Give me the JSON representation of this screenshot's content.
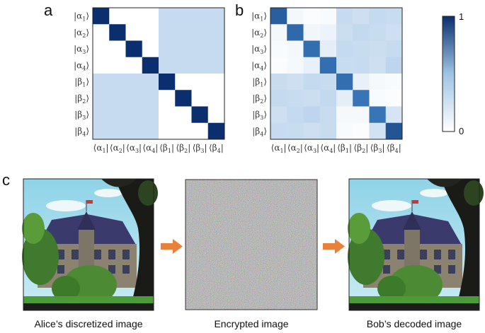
{
  "panels": {
    "a": "a",
    "b": "b",
    "c": "c"
  },
  "matrix_labels": {
    "rows": [
      "α1",
      "α2",
      "α3",
      "α4",
      "β1",
      "β2",
      "β3",
      "β4"
    ],
    "greek": [
      "α",
      "α",
      "α",
      "α",
      "β",
      "β",
      "β",
      "β"
    ],
    "subs": [
      "1",
      "2",
      "3",
      "4",
      "1",
      "2",
      "3",
      "4"
    ]
  },
  "colorbar": {
    "max_label": "1",
    "min_label": "0",
    "low_color": "#ffffff",
    "high_color": "#0b2f6e"
  },
  "chart_data": [
    {
      "type": "heatmap",
      "panel": "a",
      "rows": [
        "|α1⟩",
        "|α2⟩",
        "|α3⟩",
        "|α4⟩",
        "|β1⟩",
        "|β2⟩",
        "|β3⟩",
        "|β4⟩"
      ],
      "cols": [
        "⟨α1|",
        "⟨α2|",
        "⟨α3|",
        "⟨α4|",
        "⟨β1|",
        "⟨β2|",
        "⟨β3|",
        "⟨β4|"
      ],
      "values": [
        [
          1,
          0,
          0,
          0,
          0.25,
          0.25,
          0.25,
          0.25
        ],
        [
          0,
          1,
          0,
          0,
          0.25,
          0.25,
          0.25,
          0.25
        ],
        [
          0,
          0,
          1,
          0,
          0.25,
          0.25,
          0.25,
          0.25
        ],
        [
          0,
          0,
          0,
          1,
          0.25,
          0.25,
          0.25,
          0.25
        ],
        [
          0.25,
          0.25,
          0.25,
          0.25,
          1,
          0,
          0,
          0
        ],
        [
          0.25,
          0.25,
          0.25,
          0.25,
          0,
          1,
          0,
          0
        ],
        [
          0.25,
          0.25,
          0.25,
          0.25,
          0,
          0,
          1,
          0
        ],
        [
          0.25,
          0.25,
          0.25,
          0.25,
          0,
          0,
          0,
          1
        ]
      ],
      "range": [
        0,
        1
      ]
    },
    {
      "type": "heatmap",
      "panel": "b",
      "rows": [
        "|α1⟩",
        "|α2⟩",
        "|α3⟩",
        "|α4⟩",
        "|β1⟩",
        "|β2⟩",
        "|β3⟩",
        "|β4⟩"
      ],
      "cols": [
        "⟨α1|",
        "⟨α2|",
        "⟨α3|",
        "⟨α4|",
        "⟨β1|",
        "⟨β2|",
        "⟨β3|",
        "⟨β4|"
      ],
      "values": [
        [
          0.85,
          0.05,
          0.02,
          0.03,
          0.25,
          0.22,
          0.26,
          0.24
        ],
        [
          0.05,
          0.82,
          0.06,
          0.08,
          0.23,
          0.27,
          0.24,
          0.22
        ],
        [
          0.03,
          0.05,
          0.8,
          0.12,
          0.26,
          0.24,
          0.23,
          0.25
        ],
        [
          0.02,
          0.04,
          0.1,
          0.8,
          0.24,
          0.25,
          0.22,
          0.3
        ],
        [
          0.24,
          0.22,
          0.26,
          0.24,
          0.8,
          0.1,
          0.04,
          0.03
        ],
        [
          0.26,
          0.24,
          0.23,
          0.27,
          0.12,
          0.78,
          0.03,
          0.02
        ],
        [
          0.22,
          0.26,
          0.3,
          0.24,
          0.04,
          0.04,
          0.78,
          0.18
        ],
        [
          0.25,
          0.24,
          0.22,
          0.24,
          0.03,
          0.02,
          0.2,
          0.88
        ]
      ],
      "range": [
        0,
        1
      ]
    }
  ],
  "images": {
    "left_caption": "Alice’s discretized image",
    "middle_caption": "Encrypted image",
    "right_caption": "Bob’s decoded image",
    "arrow_color": "#e8823a"
  }
}
